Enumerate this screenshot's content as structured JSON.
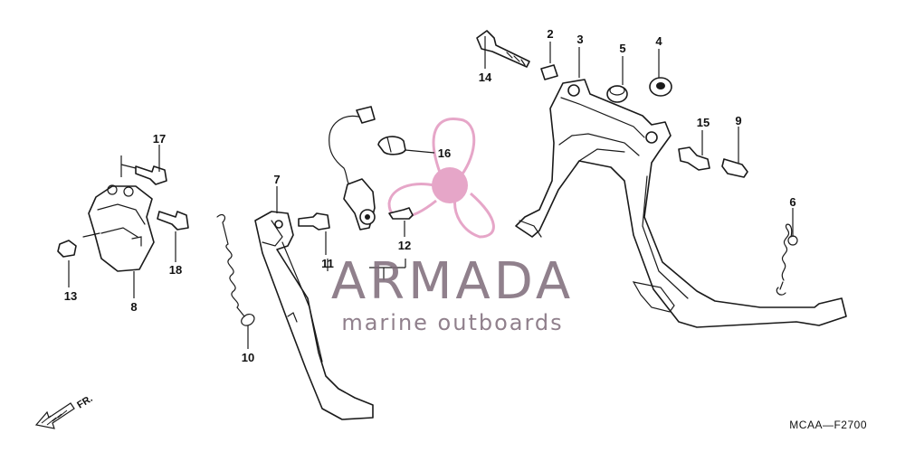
{
  "diagram": {
    "callouts": {
      "c1": "2",
      "c2": "3",
      "c3": "5",
      "c4": "4",
      "c5": "14",
      "c6": "15",
      "c7": "9",
      "c8": "6",
      "c9": "17",
      "c10": "8",
      "c11": "13",
      "c12": "18",
      "c13": "7",
      "c14": "10",
      "c15": "16",
      "c16": "11",
      "c17": "12"
    },
    "figure_code": "MCAA—F2700",
    "direction_label": "FR."
  },
  "watermark": {
    "brand": "ARMADA",
    "tagline": "marine outboards",
    "colors": {
      "propeller": "#e6a6c8",
      "text": "#7d6a78"
    }
  },
  "colors": {
    "line": "#1a1a1a",
    "background": "#ffffff"
  }
}
